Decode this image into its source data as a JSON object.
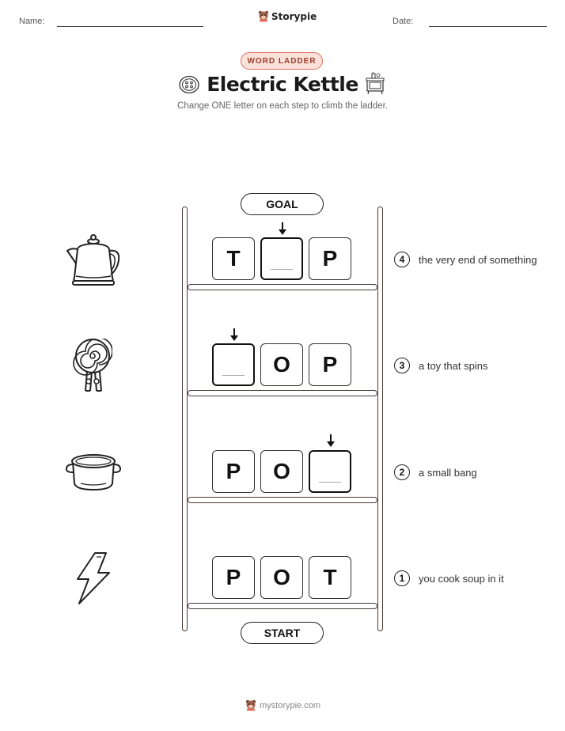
{
  "header": {
    "name_label": "Name:",
    "date_label": "Date:",
    "brand": "Storypie"
  },
  "badge": "WORD LADDER",
  "title": "Electric Kettle",
  "subtitle": "Change ONE letter on each step to climb the ladder.",
  "ladder": {
    "goal_label": "GOAL",
    "start_label": "START",
    "rows": [
      {
        "step": "4",
        "clue": "the very end of something",
        "letters": [
          "T",
          "",
          "P"
        ],
        "picture": "kettle-icon"
      },
      {
        "step": "3",
        "clue": "a toy that spins",
        "letters": [
          "",
          "O",
          "P"
        ],
        "picture": "spiral-top-icon"
      },
      {
        "step": "2",
        "clue": "a small bang",
        "letters": [
          "P",
          "O",
          ""
        ],
        "picture": "pot-icon"
      },
      {
        "step": "1",
        "clue": "you cook soup in it",
        "letters": [
          "P",
          "O",
          "T"
        ],
        "picture": "lightning-icon"
      }
    ]
  },
  "footer": "mystorypie.com",
  "colors": {
    "badge_border": "#e06f5a",
    "badge_fill": "#fbe1da",
    "ladder": "#4a3a34"
  }
}
